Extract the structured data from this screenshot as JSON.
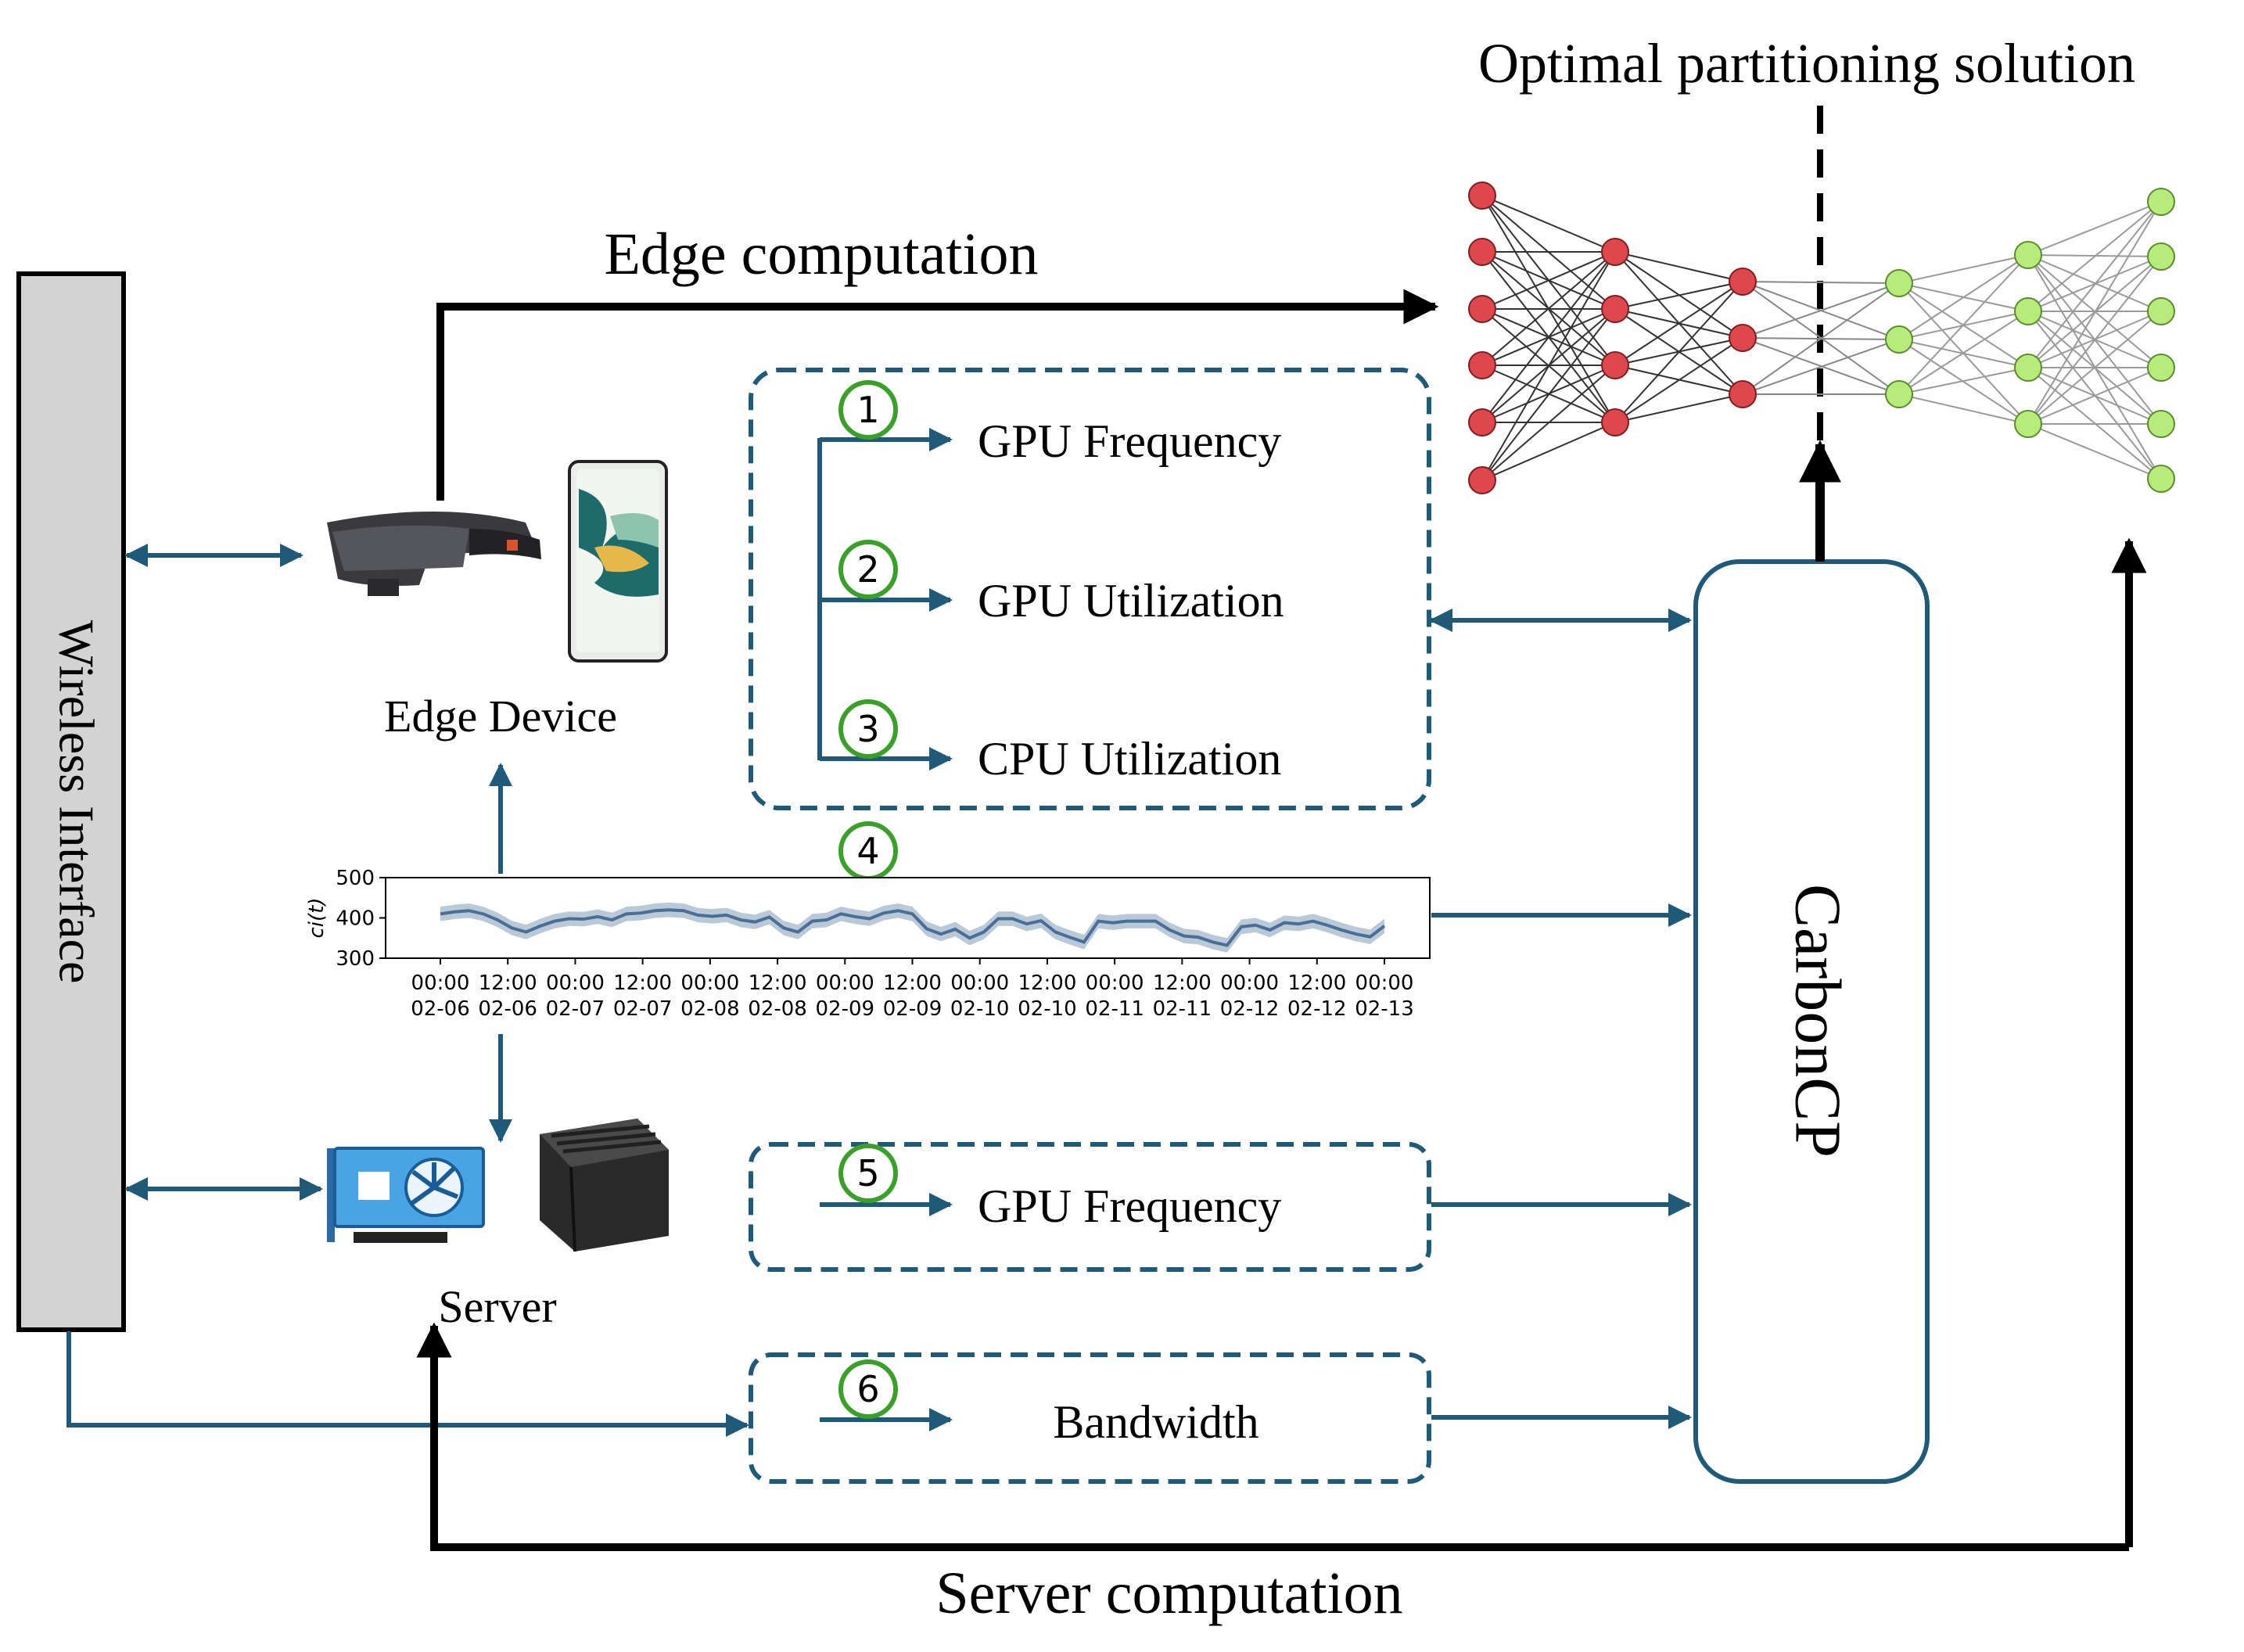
{
  "title": "Optimal partitioning solution",
  "wireless_interface": "Wireless Interface",
  "edge_computation": "Edge computation",
  "server_computation": "Server computation",
  "edge_device": "Edge Device",
  "server": "Server",
  "carboncp": "CarbonCP",
  "metrics": [
    {
      "num": "1",
      "label": "GPU Frequency"
    },
    {
      "num": "2",
      "label": "GPU Utilization"
    },
    {
      "num": "3",
      "label": "CPU Utilization"
    },
    {
      "num": "4",
      "label": ""
    },
    {
      "num": "5",
      "label": "GPU Frequency"
    },
    {
      "num": "6",
      "label": "Bandwidth"
    }
  ],
  "colors": {
    "teal": "#1f5a78",
    "black": "#000000",
    "green_badge": "#3aa02a",
    "red_node": "#e0474c",
    "green_node": "#b6ec7a",
    "gray_box": "#d3d3d3",
    "band": "#aebfd1",
    "line": "#4a6f96"
  },
  "chart_data": {
    "type": "line",
    "ylabel": "ci(t)",
    "ylim": [
      300,
      500
    ],
    "yticks": [
      "500",
      "400",
      "300"
    ],
    "xticks": [
      [
        "00:00",
        "02-06"
      ],
      [
        "12:00",
        "02-06"
      ],
      [
        "00:00",
        "02-07"
      ],
      [
        "12:00",
        "02-07"
      ],
      [
        "00:00",
        "02-08"
      ],
      [
        "12:00",
        "02-08"
      ],
      [
        "00:00",
        "02-09"
      ],
      [
        "12:00",
        "02-09"
      ],
      [
        "00:00",
        "02-10"
      ],
      [
        "12:00",
        "02-10"
      ],
      [
        "00:00",
        "02-11"
      ],
      [
        "12:00",
        "02-11"
      ],
      [
        "00:00",
        "02-12"
      ],
      [
        "12:00",
        "02-12"
      ],
      [
        "00:00",
        "02-13"
      ]
    ],
    "series": [
      {
        "values": [
          410,
          415,
          418,
          410,
          395,
          375,
          365,
          380,
          392,
          398,
          397,
          403,
          395,
          410,
          412,
          418,
          420,
          418,
          407,
          404,
          407,
          395,
          390,
          402,
          375,
          365,
          392,
          395,
          410,
          403,
          398,
          412,
          418,
          410,
          373,
          360,
          372,
          350,
          365,
          398,
          398,
          385,
          393,
          365,
          352,
          340,
          392,
          388,
          392,
          392,
          392,
          370,
          355,
          352,
          340,
          332,
          378,
          382,
          370,
          388,
          385,
          392,
          382,
          370,
          360,
          353,
          380
        ]
      }
    ],
    "band_halfwidth": 18
  }
}
